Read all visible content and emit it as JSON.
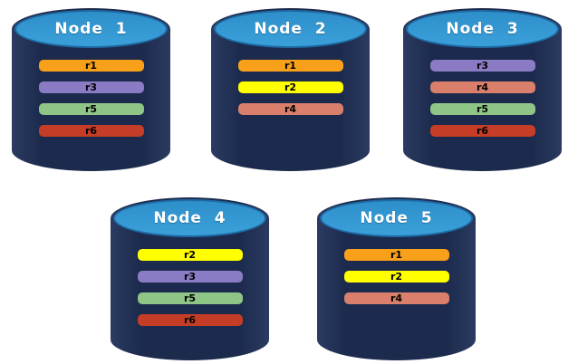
{
  "diagram": {
    "description_colors": {
      "background": "#FFFFFF",
      "cylinder_body": "#1C2B4D",
      "cylinder_top": "#3096D2",
      "cylinder_top_border": "#1E6AA4",
      "title_text": "#FFFFFF",
      "bar_label_text": "#000000"
    },
    "replica_palette": {
      "r1": "#F9A01B",
      "r2": "#FFFF00",
      "r3": "#8B7BC4",
      "r4": "#D97F6B",
      "r5": "#8FC687",
      "r6": "#C53D27"
    }
  },
  "nodes": [
    {
      "title": "Node  1",
      "replicas": [
        {
          "label": "r1",
          "color": "#F9A01B"
        },
        {
          "label": "r3",
          "color": "#8B7BC4"
        },
        {
          "label": "r5",
          "color": "#8FC687"
        },
        {
          "label": "r6",
          "color": "#C53D27"
        }
      ]
    },
    {
      "title": "Node  2",
      "replicas": [
        {
          "label": "r1",
          "color": "#F9A01B"
        },
        {
          "label": "r2",
          "color": "#FFFF00"
        },
        {
          "label": "r4",
          "color": "#D97F6B"
        }
      ]
    },
    {
      "title": "Node  3",
      "replicas": [
        {
          "label": "r3",
          "color": "#8B7BC4"
        },
        {
          "label": "r4",
          "color": "#D97F6B"
        },
        {
          "label": "r5",
          "color": "#8FC687"
        },
        {
          "label": "r6",
          "color": "#C53D27"
        }
      ]
    },
    {
      "title": "Node  4",
      "replicas": [
        {
          "label": "r2",
          "color": "#FFFF00"
        },
        {
          "label": "r3",
          "color": "#8B7BC4"
        },
        {
          "label": "r5",
          "color": "#8FC687"
        },
        {
          "label": "r6",
          "color": "#C53D27"
        }
      ]
    },
    {
      "title": "Node  5",
      "replicas": [
        {
          "label": "r1",
          "color": "#F9A01B"
        },
        {
          "label": "r2",
          "color": "#FFFF00"
        },
        {
          "label": "r4",
          "color": "#D97F6B"
        }
      ]
    }
  ]
}
